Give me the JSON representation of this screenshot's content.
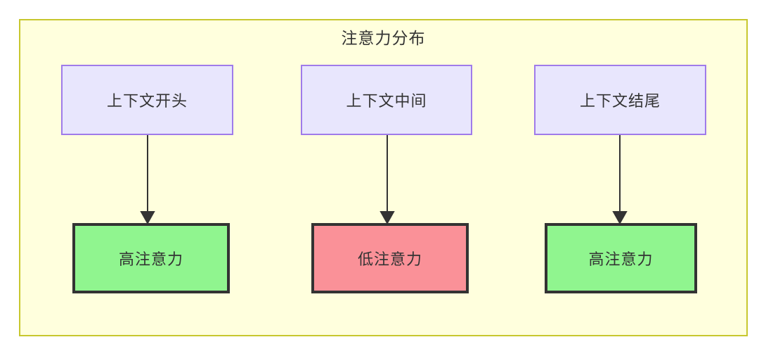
{
  "diagram": {
    "title": "注意力分布",
    "background_color": "#ffffdd",
    "border_color": "#c7c72e",
    "context_nodes": [
      {
        "id": "ctx-0",
        "label": "上下文开头",
        "fill": "#e8e6fd",
        "stroke": "#9f7bea"
      },
      {
        "id": "ctx-1",
        "label": "上下文中间",
        "fill": "#e8e6fd",
        "stroke": "#9f7bea"
      },
      {
        "id": "ctx-2",
        "label": "上下文结尾",
        "fill": "#e8e6fd",
        "stroke": "#9f7bea"
      }
    ],
    "attention_nodes": [
      {
        "id": "att-0",
        "label": "高注意力",
        "fill": "#90f58f",
        "stroke": "#333333"
      },
      {
        "id": "att-1",
        "label": "低注意力",
        "fill": "#fa9198",
        "stroke": "#333333"
      },
      {
        "id": "att-2",
        "label": "高注意力",
        "fill": "#90f58f",
        "stroke": "#333333"
      }
    ],
    "edges": [
      {
        "from": "ctx-0",
        "to": "att-0"
      },
      {
        "from": "ctx-1",
        "to": "att-1"
      },
      {
        "from": "ctx-2",
        "to": "att-2"
      }
    ]
  }
}
